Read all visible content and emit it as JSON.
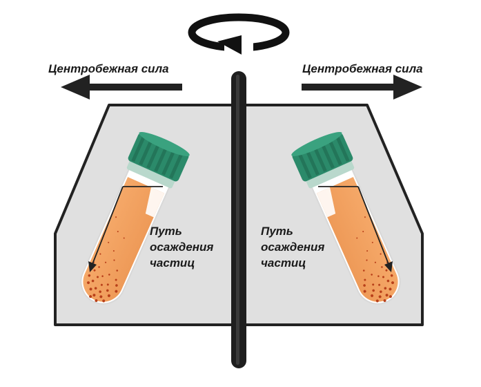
{
  "labels": {
    "force_left": "Центробежная сила",
    "force_right": "Центробежная сила",
    "path_left": [
      "Путь",
      "осаждения",
      "частиц"
    ],
    "path_right": [
      "Путь",
      "осаждения",
      "частиц"
    ]
  },
  "icons": [
    "rotation-arrow-icon",
    "arrow-left-icon",
    "arrow-right-icon",
    "test-tube-icon"
  ],
  "colors": {
    "rotor_fill": "#e0e0e0",
    "rotor_stroke": "#222222",
    "shaft": "#1e1e1e",
    "cap": "#2b8a6a",
    "cap_ring": "#b9d8cc",
    "liquid": "#f0a060",
    "sediment": "#b8401a",
    "arrow": "#222222"
  }
}
